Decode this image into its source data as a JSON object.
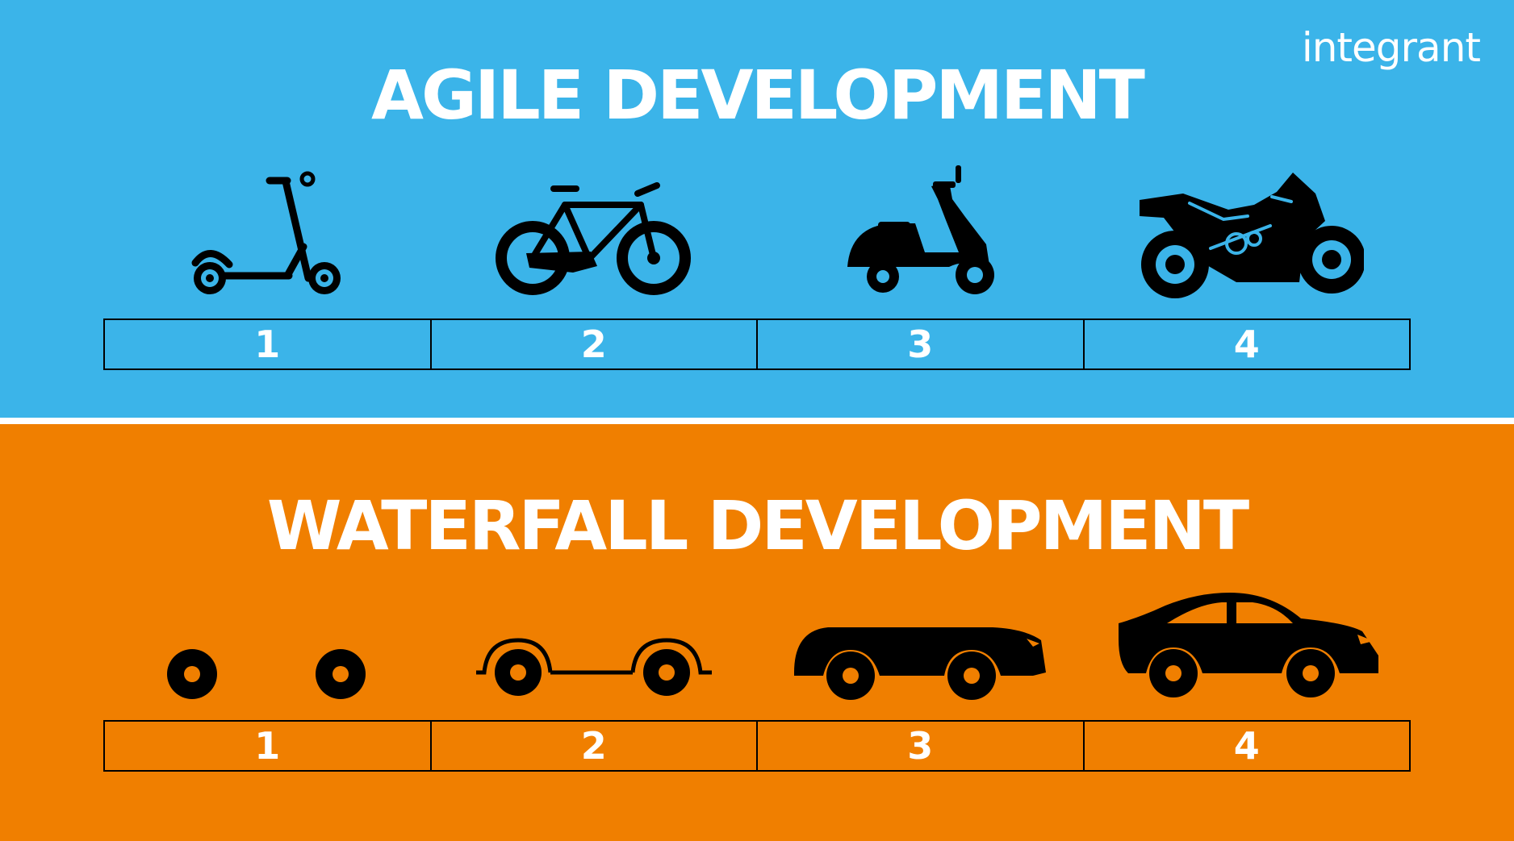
{
  "brand": {
    "logo_text": "integrant"
  },
  "colors": {
    "agile_bg": "#3bb4e9",
    "waterfall_bg": "#f07f00",
    "icon": "#000000",
    "text": "#ffffff"
  },
  "agile": {
    "title": "AGILE DEVELOPMENT",
    "stages": [
      {
        "number": "1",
        "icon": "kick-scooter-icon"
      },
      {
        "number": "2",
        "icon": "bicycle-icon"
      },
      {
        "number": "3",
        "icon": "motor-scooter-icon"
      },
      {
        "number": "4",
        "icon": "motorcycle-icon"
      }
    ]
  },
  "waterfall": {
    "title": "WATERFALL DEVELOPMENT",
    "stages": [
      {
        "number": "1",
        "icon": "wheels-icon"
      },
      {
        "number": "2",
        "icon": "chassis-icon"
      },
      {
        "number": "3",
        "icon": "car-body-icon"
      },
      {
        "number": "4",
        "icon": "car-icon"
      }
    ]
  }
}
